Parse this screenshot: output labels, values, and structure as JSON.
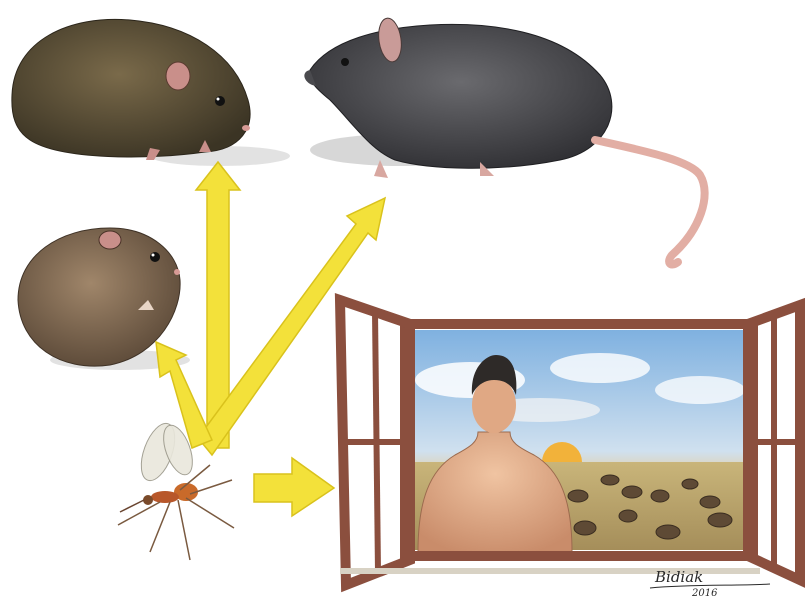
{
  "illustration": {
    "subjects": [
      "rodent-top-left",
      "rat-top-right",
      "rodent-left",
      "sand-fly",
      "window-scene"
    ],
    "colors": {
      "arrow": "#f3e13a",
      "arrow_outline": "#d9c21c",
      "window_frame": "#8b4f3e",
      "sky": "#9fc3e6",
      "ground": "#b6a06a",
      "skin": "#e3b08f"
    }
  },
  "signature": {
    "name": "Bidiak",
    "year": "2016"
  }
}
